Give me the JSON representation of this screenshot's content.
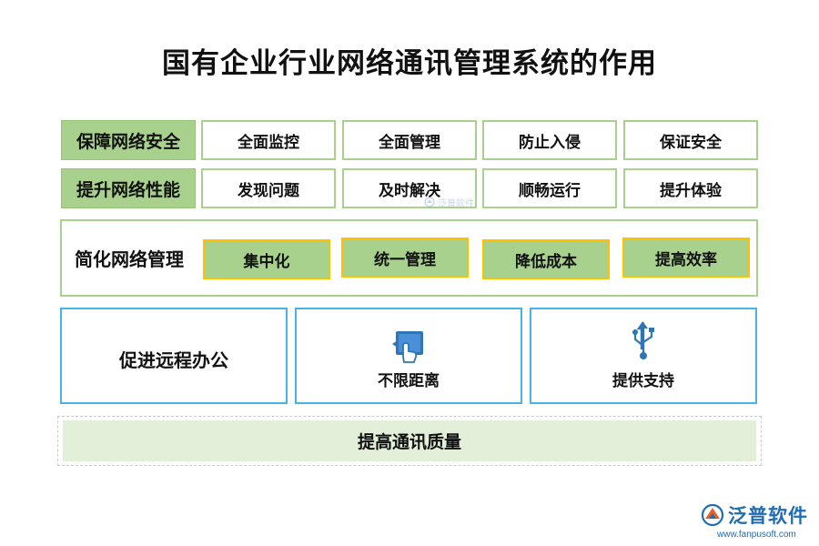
{
  "title": "国有企业行业网络通讯管理系统的作用",
  "rows": [
    {
      "label": "保障网络安全",
      "items": [
        "全面监控",
        "全面管理",
        "防止入侵",
        "保证安全"
      ]
    },
    {
      "label": "提升网络性能",
      "items": [
        "发现问题",
        "及时解决",
        "顺畅运行",
        "提升体验"
      ]
    }
  ],
  "simplify": {
    "label": "简化网络管理",
    "items": [
      "集中化",
      "统一管理",
      "降低成本",
      "提高效率"
    ]
  },
  "remote": {
    "label": "促进远程办公",
    "boxes": [
      {
        "text": "不限距离",
        "icon": "touchscreen-icon"
      },
      {
        "text": "提供支持",
        "icon": "usb-icon"
      }
    ]
  },
  "bottom": {
    "label": "提高通讯质量"
  },
  "watermark_center": "泛普软件",
  "logo": {
    "text": "泛普软件",
    "url": "www.fanpusoft.com"
  },
  "colors": {
    "green": "#a9d18e",
    "light_green": "#e2efd9",
    "gold": "#ffc000",
    "blue": "#48b3e8",
    "brand": "#1f6db3"
  }
}
